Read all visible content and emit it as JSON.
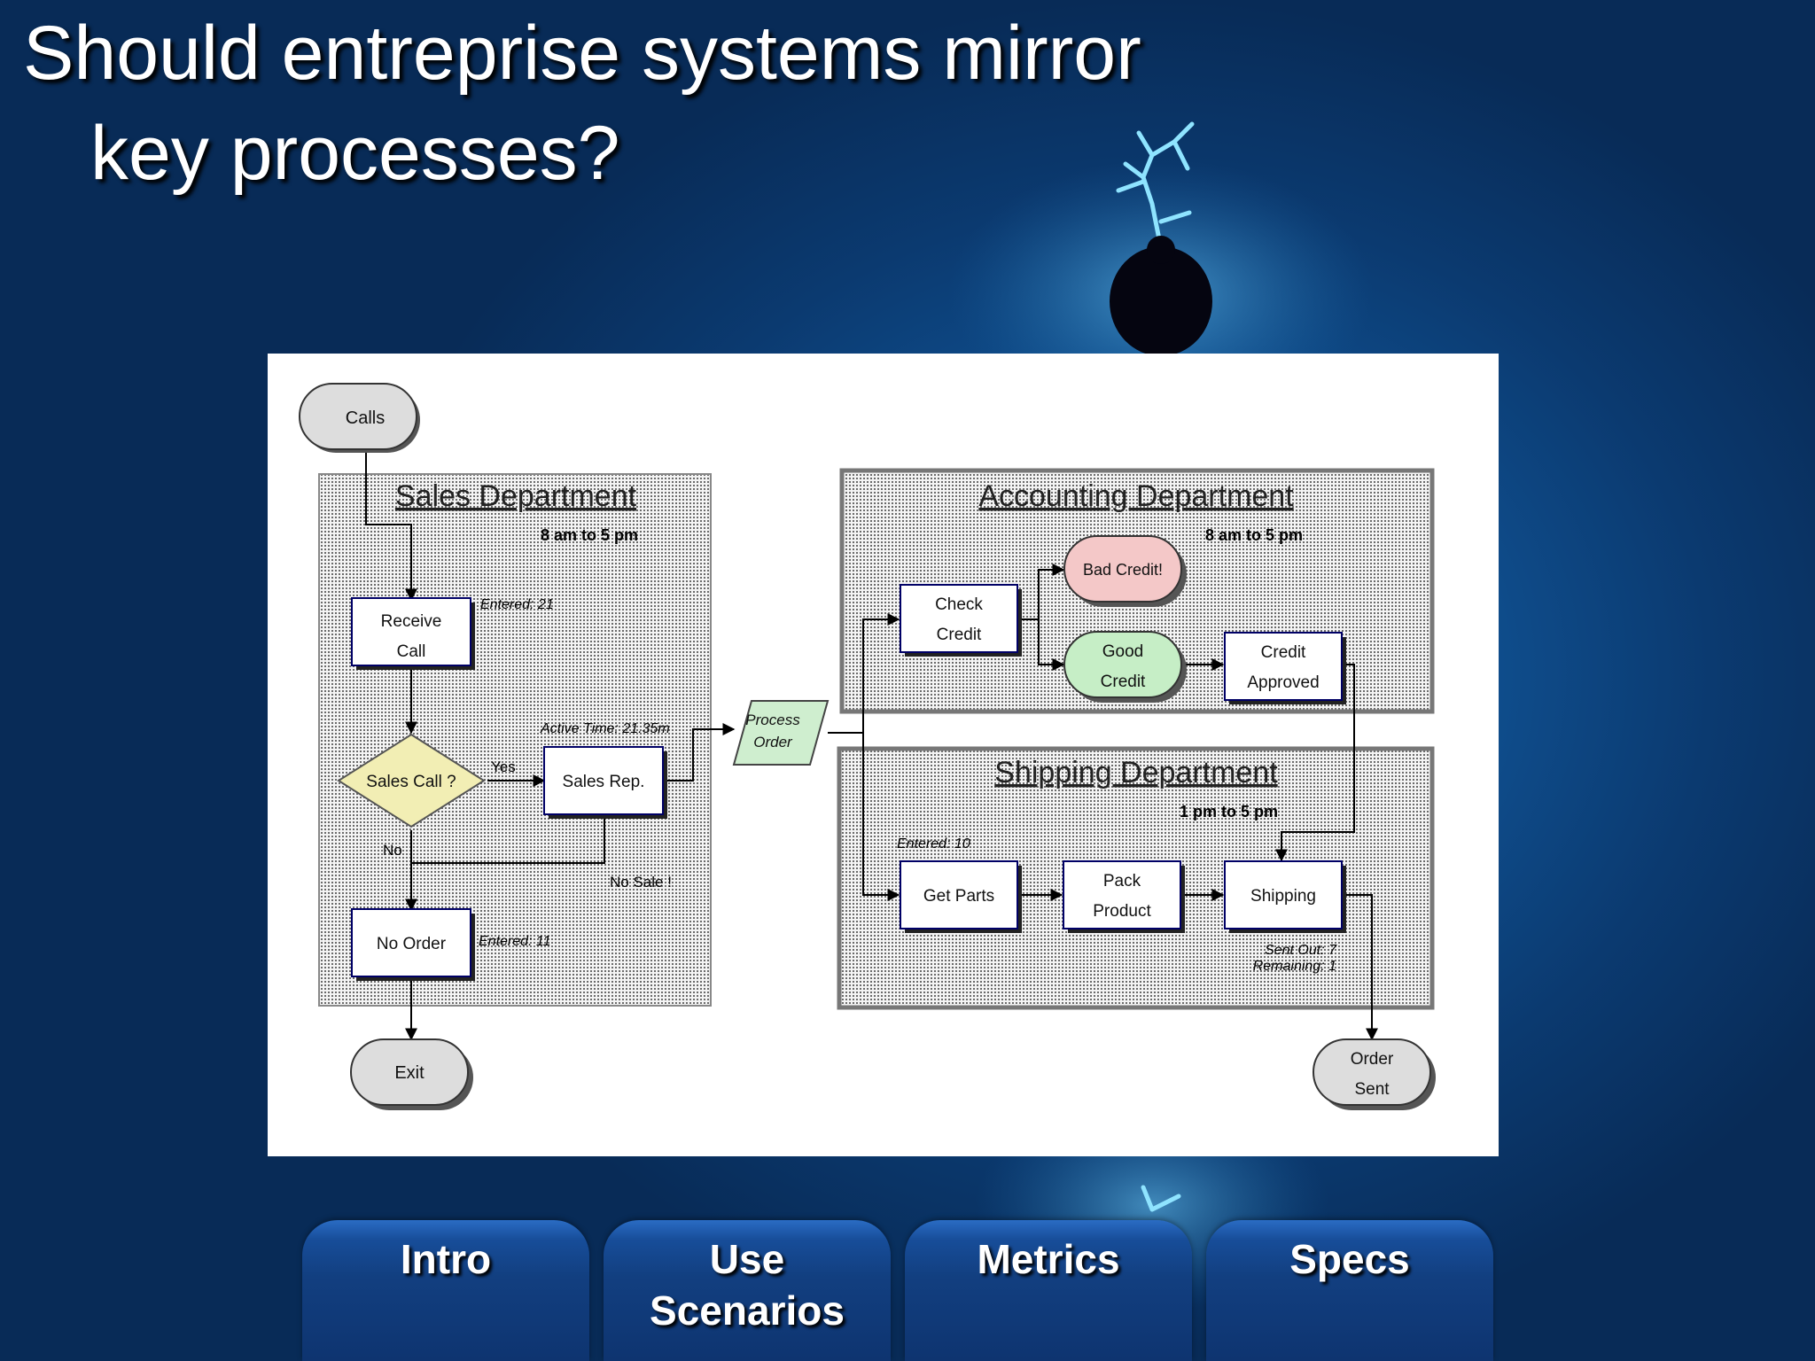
{
  "slide": {
    "title_line1": "Should entreprise systems mirror",
    "title_line2": "key processes?"
  },
  "diagram": {
    "start_label": "Calls",
    "sales": {
      "title": "Sales Department",
      "hours": "8 am to 5 pm",
      "receive_call": [
        "Receive",
        "Call"
      ],
      "receive_call_note": "Entered: 21",
      "sales_call_decision": "Sales Call ?",
      "yes_label": "Yes",
      "no_label": "No",
      "sales_rep": "Sales Rep.",
      "active_time_note": "Active Time: 21.35m",
      "no_sale_label": "No Sale !",
      "no_order": "No Order",
      "no_order_note": "Entered: 11"
    },
    "process_order": [
      "Process",
      "Order"
    ],
    "accounting": {
      "title": "Accounting Department",
      "hours": "8 am to 5 pm",
      "check_credit": [
        "Check",
        "Credit"
      ],
      "bad_credit": "Bad Credit!",
      "good_credit": [
        "Good",
        "Credit"
      ],
      "credit_approved": [
        "Credit",
        "Approved"
      ]
    },
    "shipping": {
      "title": "Shipping Department",
      "hours": "1 pm to 5 pm",
      "entered_note": "Entered: 10",
      "get_parts": "Get Parts",
      "pack_product": [
        "Pack",
        "Product"
      ],
      "shipping": "Shipping",
      "sent_out_note": "Sent Out: 7",
      "remaining_note": "Remaining: 1"
    },
    "exit_label": "Exit",
    "order_sent": [
      "Order",
      "Sent"
    ],
    "colors": {
      "decision_fill": "#f2eeb4",
      "bad_credit_fill": "#f4c8c8",
      "good_credit_fill": "#c6eec6",
      "process_order_fill": "#cfeecf",
      "box_border": "#000066"
    }
  },
  "tabs": [
    {
      "label": "Intro"
    },
    {
      "label": "Use Scenarios"
    },
    {
      "label": "Metrics"
    },
    {
      "label": "Specs"
    }
  ]
}
